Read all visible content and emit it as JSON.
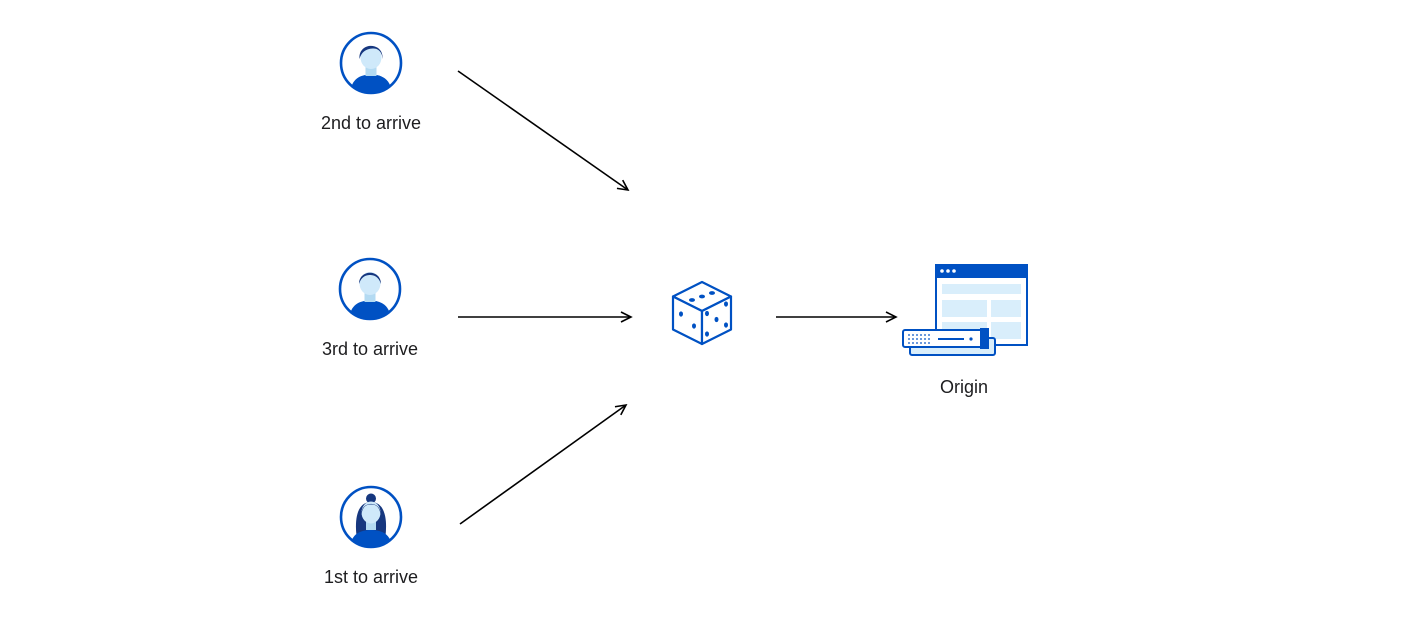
{
  "canvas": {
    "background": "#ffffff"
  },
  "colors": {
    "primary": "#0051c3",
    "dark": "#16377f",
    "face": "#cfe9fa",
    "neck": "#b3daf2",
    "light": "#d9eefb",
    "arrow": "#000000",
    "text": "#1d1d1f"
  },
  "nodes": {
    "user_top": {
      "label": "2nd to arrive",
      "icon": "male-avatar-icon"
    },
    "user_middle": {
      "label": "3rd to arrive",
      "icon": "male-avatar-icon"
    },
    "user_bottom": {
      "label": "1st to arrive",
      "icon": "female-avatar-icon"
    },
    "dice": {
      "icon": "dice-icon"
    },
    "origin": {
      "label": "Origin",
      "icon": "browser-and-server-icon"
    }
  },
  "arrows": [
    {
      "from": "user_top",
      "to": "dice"
    },
    {
      "from": "user_middle",
      "to": "dice"
    },
    {
      "from": "user_bottom",
      "to": "dice"
    },
    {
      "from": "dice",
      "to": "origin"
    }
  ]
}
